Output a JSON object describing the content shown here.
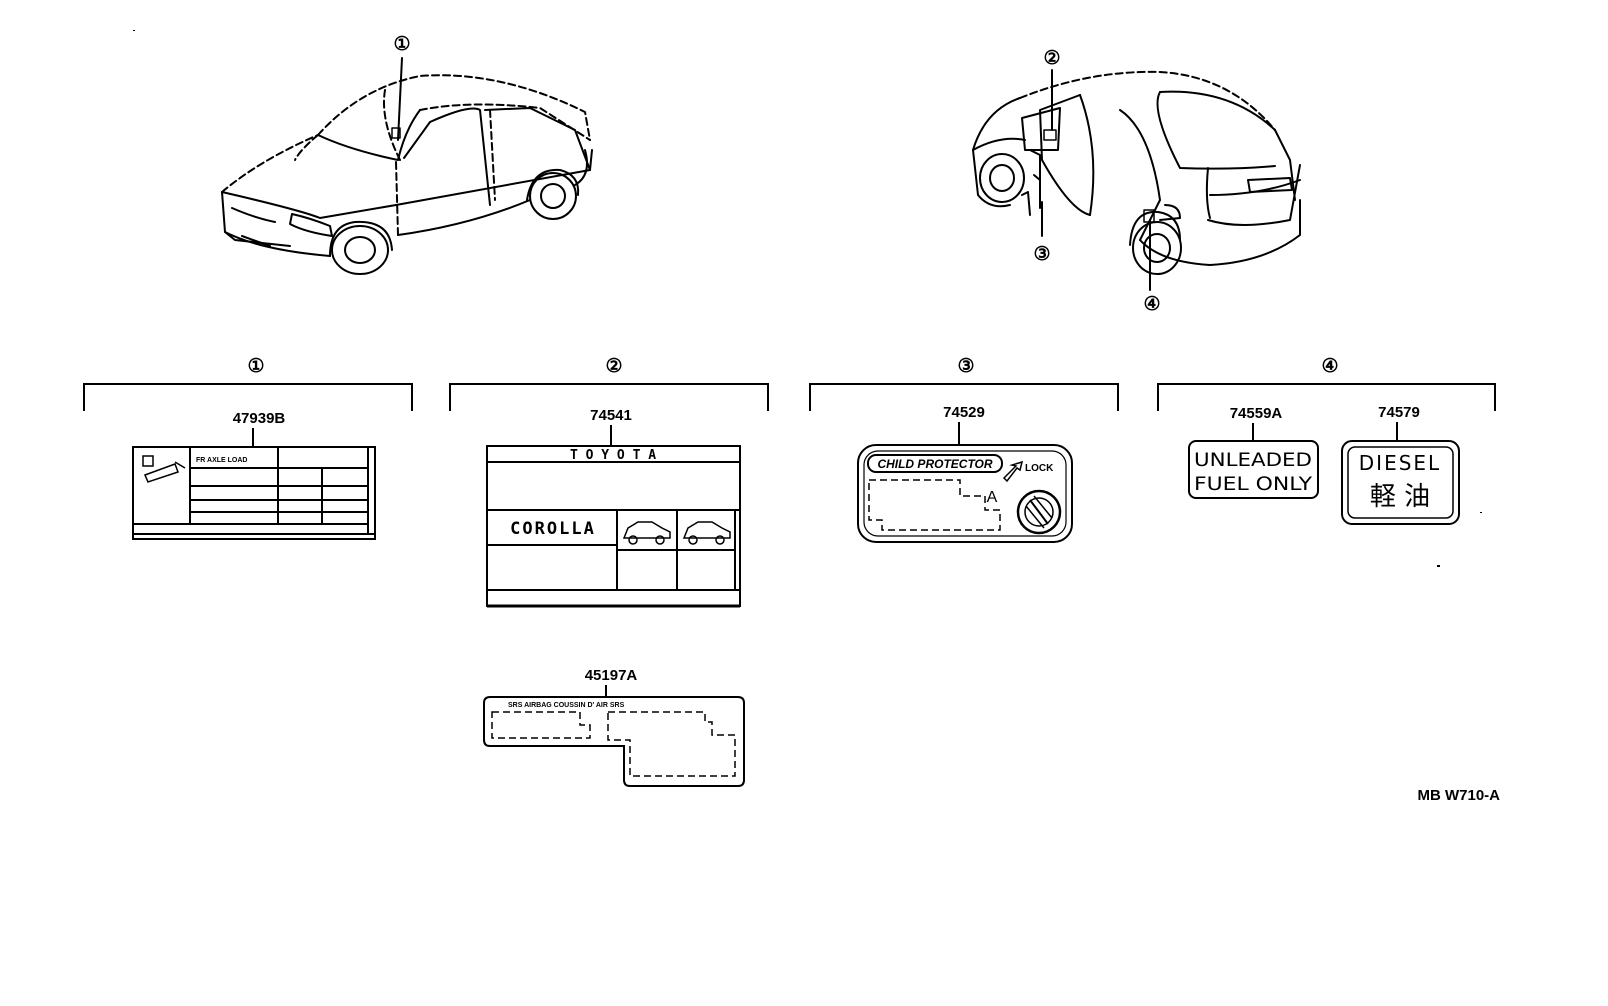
{
  "callouts": [
    {
      "num": "1",
      "label": "①"
    },
    {
      "num": "2",
      "label": "②"
    },
    {
      "num": "3",
      "label": "③"
    },
    {
      "num": "4",
      "label": "④"
    }
  ],
  "parts": {
    "p47939B": {
      "number": "47939B",
      "text_1": "FR  AXLE  LOAD"
    },
    "p74541": {
      "number": "74541",
      "brand": "T O Y O T A",
      "model": "COROLLA"
    },
    "p45197A": {
      "number": "45197A",
      "text_1": "SRS AIRBAG  COUSSIN  D' AIR  SRS"
    },
    "p74529": {
      "number": "74529",
      "title": "CHILD PROTECTOR",
      "lock": "LOCK",
      "mark": "A"
    },
    "p74559A": {
      "number": "74559A",
      "line_1": "UNLEADED",
      "line_2": "FUEL ONLY"
    },
    "p74579": {
      "number": "74579",
      "line_1": "DIESEL",
      "line_2": "軽 油"
    }
  },
  "diagram_code": "MB W710-A"
}
